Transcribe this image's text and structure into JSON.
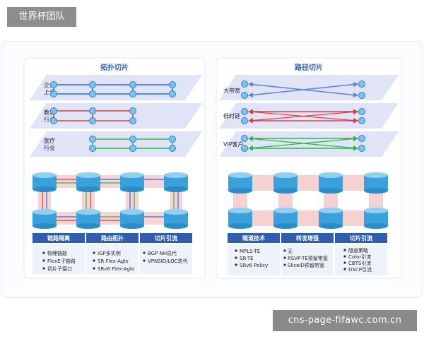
{
  "watermarks": {
    "top": "世界杯团队",
    "bottom": "cns-page-fifawc.com.cn"
  },
  "colors": {
    "link_blue": "#2f66d6",
    "link_red": "#e23b3b",
    "link_green": "#2fb34a",
    "cross_blue": "#5a82d8",
    "plane": "#dfe5f7",
    "cylinder": "#39a2dd",
    "cylinder_top": "#8fd0f2",
    "pink_band": "#f4c9c9",
    "table_head": "#2f5db0",
    "title": "#2a64c8"
  },
  "left_panel": {
    "title": "拓扑切片",
    "layers": [
      {
        "label": [
          "企业",
          "上云"
        ],
        "color": "blue"
      },
      {
        "label": [
          "教育",
          "行业"
        ],
        "color": "red"
      },
      {
        "label": [
          "医疗",
          "行业"
        ],
        "color": "green"
      }
    ],
    "columns": [
      {
        "header": "链路隔离",
        "items": [
          "物理链路",
          "FlexE子链路",
          "切片子接口"
        ]
      },
      {
        "header": "路由拓扑",
        "items": [
          "IGP多实例",
          "SR Flex-Aglo",
          "SRv6 Flex-Aglo"
        ]
      },
      {
        "header": "切片引流",
        "items": [
          "BGP NH迭代",
          "VPNSID/LOC迭代"
        ]
      }
    ]
  },
  "right_panel": {
    "title": "路径切片",
    "layers": [
      {
        "label": [
          "大带宽"
        ],
        "color": "blue"
      },
      {
        "label": [
          "低时延"
        ],
        "color": "red"
      },
      {
        "label": [
          "VIP客户"
        ],
        "color": "green"
      }
    ],
    "columns": [
      {
        "header": "隧道技术",
        "items": [
          "MPLS-TE",
          "SR-TE",
          "SRv6 Policy"
        ]
      },
      {
        "header": "转发增强",
        "items": [
          "无",
          "RSVP-TE预留带宽",
          "SliceID预留带宽"
        ]
      },
      {
        "header": "切片引流",
        "items": [
          "隧道策略",
          "Color引流",
          "CBTS引流",
          "DSCP引流"
        ]
      }
    ]
  }
}
